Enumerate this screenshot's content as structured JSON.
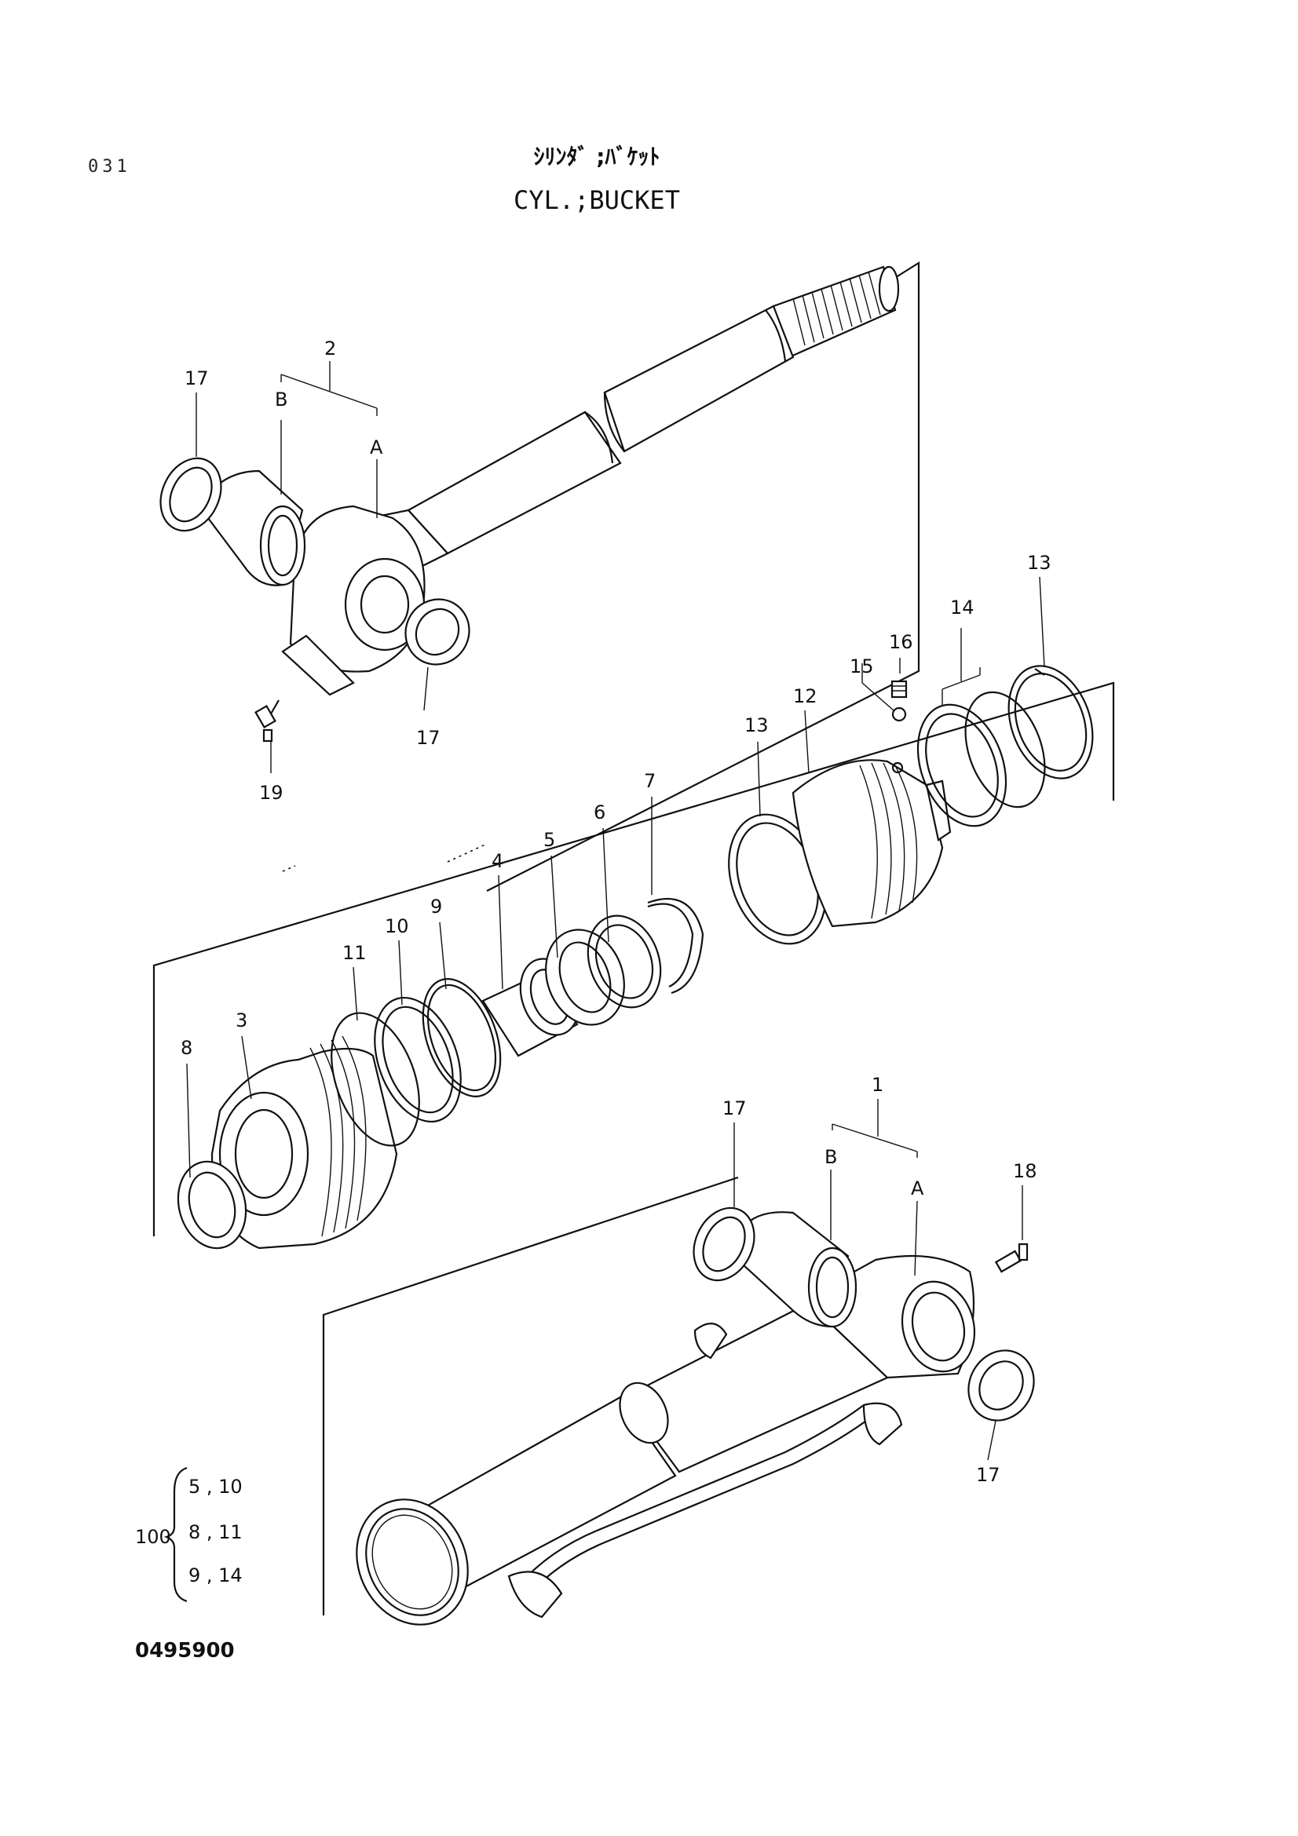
{
  "page_number": "031",
  "title_jp": "ｼﾘﾝﾀﾞ ;ﾊﾞｹｯﾄ",
  "title_en": "CYL.;BUCKET",
  "drawing_id": "0495900",
  "callouts": {
    "rod_assy": "2",
    "rod_b": "B",
    "rod_a": "A",
    "seal_17_top_left": "17",
    "seal_17_top_right": "17",
    "grease_fitting_19": "19",
    "piston_13_right": "13",
    "piston_14": "14",
    "piston_16": "16",
    "piston_15": "15",
    "piston_12": "12",
    "piston_13_left": "13",
    "ring_7": "7",
    "ring_6": "6",
    "ring_5": "5",
    "bushing_4": "4",
    "ring_9": "9",
    "ring_10": "10",
    "ring_11": "11",
    "head_3": "3",
    "seal_8": "8",
    "tube_assy": "1",
    "tube_b": "B",
    "tube_a": "A",
    "seal_17_tube_left": "17",
    "fitting_18": "18",
    "seal_17_tube_right": "17"
  },
  "seal_kit": {
    "number": "100",
    "row1": "5 , 10",
    "row2": "8 , 11",
    "row3": "9 , 14"
  }
}
